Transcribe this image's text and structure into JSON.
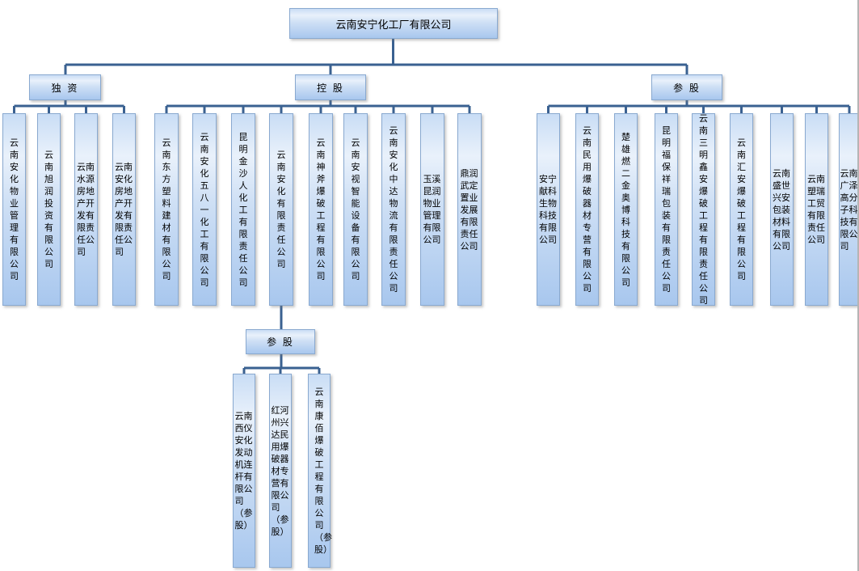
{
  "root": {
    "name": "云南安宁化工厂有限公司"
  },
  "groups": [
    {
      "label": "独 资",
      "children": [
        "云南安化物业管理有限公司",
        "云南旭润投资有限公司",
        "云南水源房地产开发有限责任公司",
        "云南安化房地产开发有限责任公司"
      ]
    },
    {
      "label": "控 股",
      "children": [
        "云南东方塑料建材有限公司",
        "云南安化五八一化工有限公司",
        "昆明金沙人化工有限责任公司",
        "云南安化有限责任公司",
        "云南神斧爆破工程有限公司",
        "云南安视智能设备有限公司",
        "云南安化中达物流有限责任公司",
        "玉溪昆润物业管理有限公司",
        "鼎润武定置业发展有限责任公司"
      ]
    },
    {
      "label": "参 股",
      "children": [
        "安宁献科生物科技有限公司",
        "云南民用爆破器材专营有限公司",
        "楚雄燃二金奥博科技有限公司",
        "昆明福保祥瑞包装有限责任公司",
        "云南三明鑫安爆破工程有限责任公司",
        "云南汇安爆破工程有限公司",
        "云南盛世兴安包装材料有限公司",
        "云南塑瑞工贸有限责任公司",
        "云南广泽高分子科技有限公司"
      ]
    }
  ],
  "subgroup": {
    "label": "参 股",
    "children": [
      "云南西仪安化发动机连杆有限公司（参股）",
      "红河州兴达民用爆破器材专营有限公司（参股）",
      "云南康佰爆破工程有限公司（参股）"
    ]
  },
  "colors": {
    "node_fill_top": "#c9ddf5",
    "node_fill_bottom": "#a8c7ee",
    "node_border": "#89a9d0",
    "connector": "#3a6191",
    "text": "#000000"
  }
}
